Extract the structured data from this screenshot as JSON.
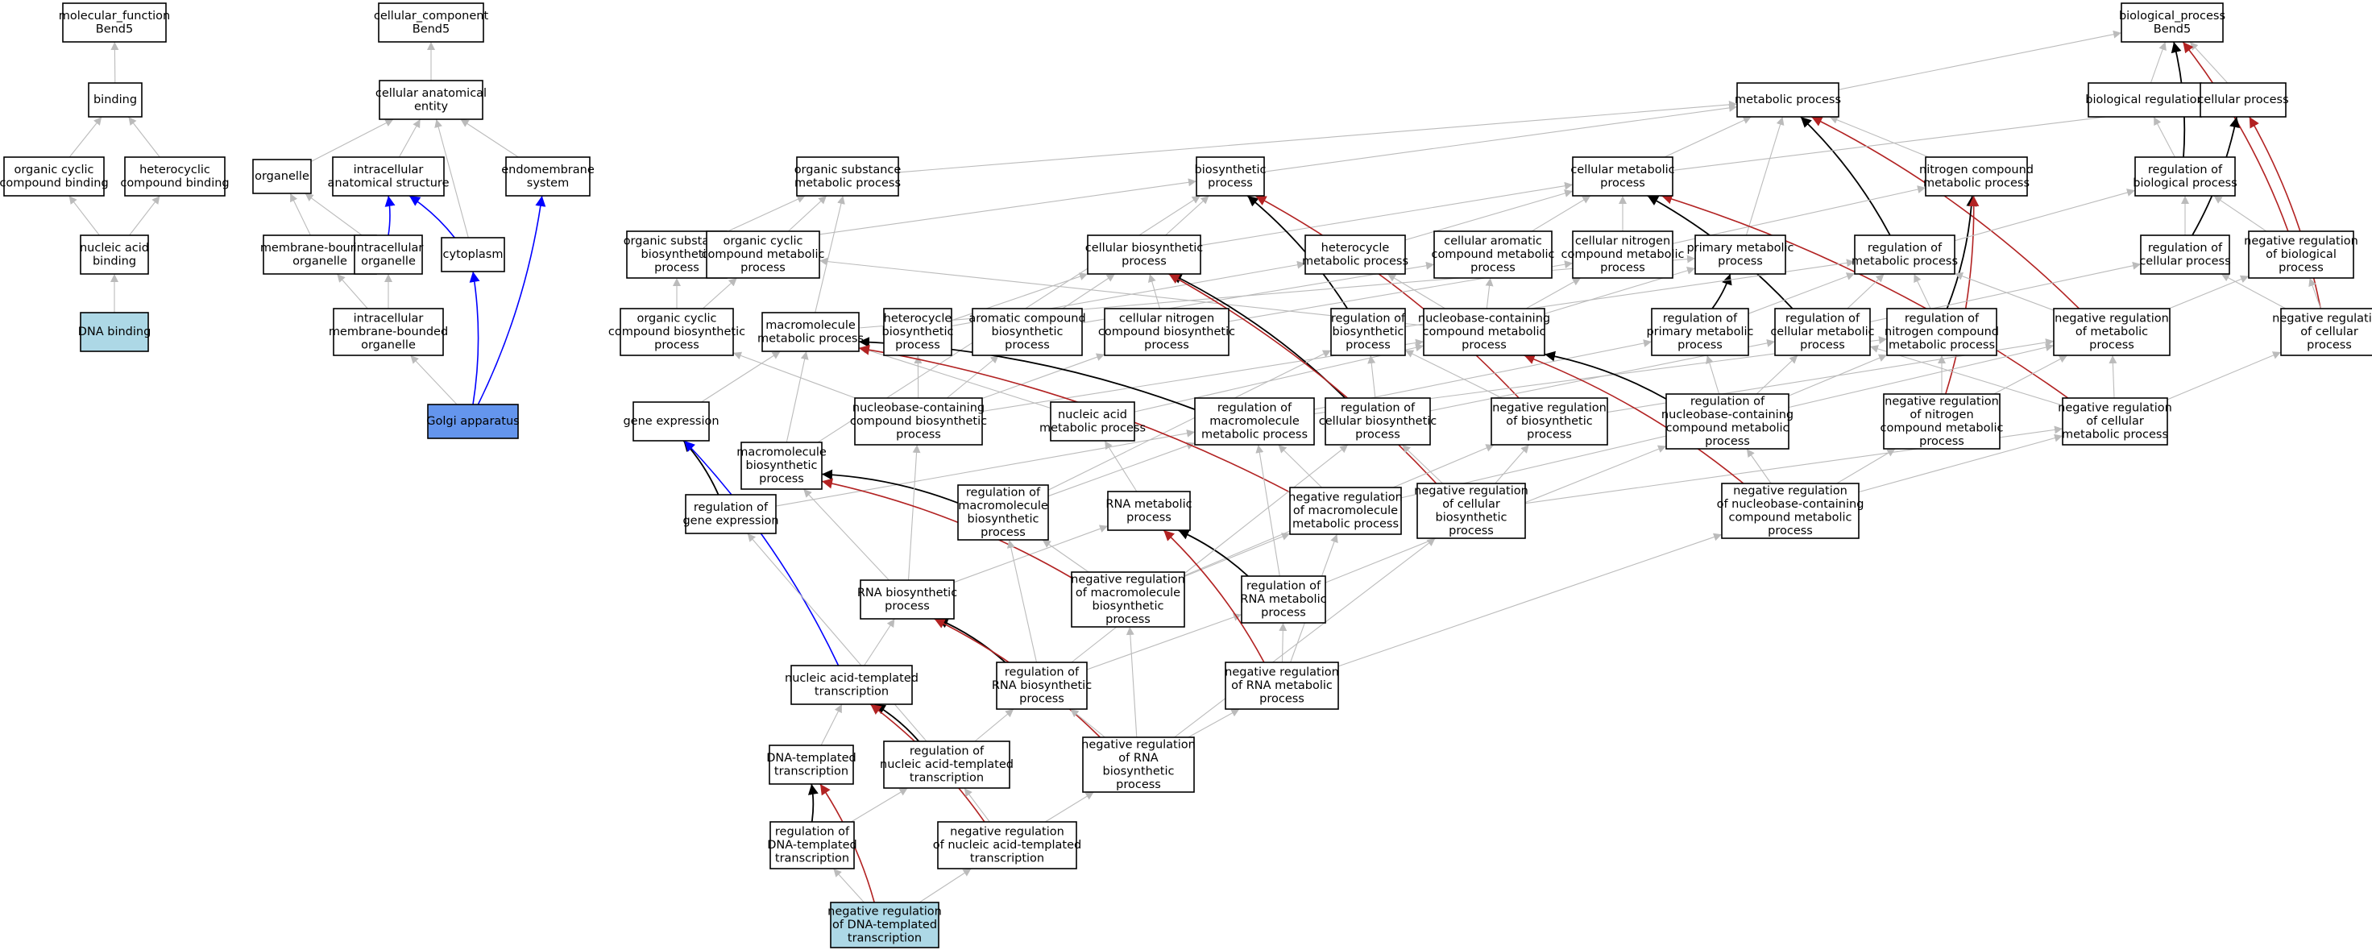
{
  "colors": {
    "node_fill": "#ffffff",
    "query_fill": "#add8e6",
    "highlight_fill": "#6495ed",
    "edge_is_a": "#bbbbbb",
    "edge_part_of": "#0000ff",
    "edge_regulates": "#000000",
    "edge_negatively_regulates": "#b22222"
  },
  "nodes": [
    {
      "id": "mf",
      "label": [
        "molecular_function",
        "Bend5"
      ]
    },
    {
      "id": "binding",
      "label": [
        "binding"
      ]
    },
    {
      "id": "orgcyc_bind",
      "label": [
        "organic cyclic",
        "compound binding"
      ]
    },
    {
      "id": "hetero_bind",
      "label": [
        "heterocyclic",
        "compound binding"
      ]
    },
    {
      "id": "na_bind",
      "label": [
        "nucleic acid",
        "binding"
      ]
    },
    {
      "id": "dna_bind",
      "label": [
        "DNA binding"
      ],
      "fill": "query"
    },
    {
      "id": "cc",
      "label": [
        "cellular_component",
        "Bend5"
      ]
    },
    {
      "id": "cae",
      "label": [
        "cellular anatomical",
        "entity"
      ]
    },
    {
      "id": "organelle",
      "label": [
        "organelle"
      ]
    },
    {
      "id": "ias",
      "label": [
        "intracellular",
        "anatomical structure"
      ]
    },
    {
      "id": "endomem",
      "label": [
        "endomembrane",
        "system"
      ]
    },
    {
      "id": "mbo",
      "label": [
        "membrane-bounded",
        "organelle"
      ]
    },
    {
      "id": "io",
      "label": [
        "intracellular",
        "organelle"
      ]
    },
    {
      "id": "cytoplasm",
      "label": [
        "cytoplasm"
      ]
    },
    {
      "id": "imbo",
      "label": [
        "intracellular",
        "membrane-bounded",
        "organelle"
      ]
    },
    {
      "id": "golgi",
      "label": [
        "Golgi apparatus"
      ],
      "fill": "highlight"
    },
    {
      "id": "bp",
      "label": [
        "biological_process",
        "Bend5"
      ]
    },
    {
      "id": "metab",
      "label": [
        "metabolic process"
      ]
    },
    {
      "id": "bioreg",
      "label": [
        "biological regulation"
      ]
    },
    {
      "id": "cellproc",
      "label": [
        "cellular process"
      ]
    },
    {
      "id": "osmp",
      "label": [
        "organic substance",
        "metabolic process"
      ]
    },
    {
      "id": "biosyn",
      "label": [
        "biosynthetic",
        "process"
      ]
    },
    {
      "id": "cellmetab",
      "label": [
        "cellular metabolic",
        "process"
      ]
    },
    {
      "id": "ncmp",
      "label": [
        "nitrogen compound",
        "metabolic process"
      ]
    },
    {
      "id": "regbio",
      "label": [
        "regulation of",
        "biological process"
      ]
    },
    {
      "id": "osbp",
      "label": [
        "organic substance",
        "biosynthetic",
        "process"
      ]
    },
    {
      "id": "occmp",
      "label": [
        "organic cyclic",
        "compound metabolic",
        "process"
      ]
    },
    {
      "id": "cellbiosyn",
      "label": [
        "cellular biosynthetic",
        "process"
      ]
    },
    {
      "id": "heteromp",
      "label": [
        "heterocycle",
        "metabolic process"
      ]
    },
    {
      "id": "cacmp",
      "label": [
        "cellular aromatic",
        "compound metabolic",
        "process"
      ]
    },
    {
      "id": "cncmp",
      "label": [
        "cellular nitrogen",
        "compound metabolic",
        "process"
      ]
    },
    {
      "id": "primmetab",
      "label": [
        "primary metabolic",
        "process"
      ]
    },
    {
      "id": "regmetab",
      "label": [
        "regulation of",
        "metabolic process"
      ]
    },
    {
      "id": "regcell",
      "label": [
        "regulation of",
        "cellular process"
      ]
    },
    {
      "id": "negregbio",
      "label": [
        "negative regulation",
        "of biological",
        "process"
      ]
    },
    {
      "id": "occbp",
      "label": [
        "organic cyclic",
        "compound biosynthetic",
        "process"
      ]
    },
    {
      "id": "macromp",
      "label": [
        "macromolecule",
        "metabolic process"
      ]
    },
    {
      "id": "heterobp",
      "label": [
        "heterocycle",
        "biosynthetic",
        "process"
      ]
    },
    {
      "id": "acbp",
      "label": [
        "aromatic compound",
        "biosynthetic",
        "process"
      ]
    },
    {
      "id": "cncbp",
      "label": [
        "cellular nitrogen",
        "compound biosynthetic",
        "process"
      ]
    },
    {
      "id": "regbiosyn",
      "label": [
        "regulation of",
        "biosynthetic",
        "process"
      ]
    },
    {
      "id": "nbcmp",
      "label": [
        "nucleobase-containing",
        "compound metabolic",
        "process"
      ]
    },
    {
      "id": "regprim",
      "label": [
        "regulation of",
        "primary metabolic",
        "process"
      ]
    },
    {
      "id": "regcellmetab",
      "label": [
        "regulation of",
        "cellular metabolic",
        "process"
      ]
    },
    {
      "id": "regncmp",
      "label": [
        "regulation of",
        "nitrogen compound",
        "metabolic process"
      ]
    },
    {
      "id": "negregmetab",
      "label": [
        "negative regulation",
        "of metabolic",
        "process"
      ]
    },
    {
      "id": "negregcell",
      "label": [
        "negative regulation",
        "of cellular",
        "process"
      ]
    },
    {
      "id": "geneexp",
      "label": [
        "gene expression"
      ]
    },
    {
      "id": "macrobp",
      "label": [
        "macromolecule",
        "biosynthetic",
        "process"
      ]
    },
    {
      "id": "nbcbp",
      "label": [
        "nucleobase-containing",
        "compound biosynthetic",
        "process"
      ]
    },
    {
      "id": "namp",
      "label": [
        "nucleic acid",
        "metabolic process"
      ]
    },
    {
      "id": "regmacromp",
      "label": [
        "regulation of",
        "macromolecule",
        "metabolic process"
      ]
    },
    {
      "id": "regcellbiosyn",
      "label": [
        "regulation of",
        "cellular biosynthetic",
        "process"
      ]
    },
    {
      "id": "negregbiosyn",
      "label": [
        "negative regulation",
        "of biosynthetic",
        "process"
      ]
    },
    {
      "id": "regnbcmp",
      "label": [
        "regulation of",
        "nucleobase-containing",
        "compound metabolic",
        "process"
      ]
    },
    {
      "id": "negregncmp",
      "label": [
        "negative regulation",
        "of nitrogen",
        "compound metabolic",
        "process"
      ]
    },
    {
      "id": "negregcellmetab",
      "label": [
        "negative regulation",
        "of cellular",
        "metabolic process"
      ]
    },
    {
      "id": "reggeneexp",
      "label": [
        "regulation of",
        "gene expression"
      ]
    },
    {
      "id": "regmacrobp",
      "label": [
        "regulation of",
        "macromolecule",
        "biosynthetic",
        "process"
      ]
    },
    {
      "id": "rnamp",
      "label": [
        "RNA metabolic",
        "process"
      ]
    },
    {
      "id": "negregmacromp",
      "label": [
        "negative regulation",
        "of macromolecule",
        "metabolic process"
      ]
    },
    {
      "id": "negregcellbiosyn",
      "label": [
        "negative regulation",
        "of cellular",
        "biosynthetic",
        "process"
      ]
    },
    {
      "id": "negregnbcmp",
      "label": [
        "negative regulation",
        "of nucleobase-containing",
        "compound metabolic",
        "process"
      ]
    },
    {
      "id": "rnabp",
      "label": [
        "RNA biosynthetic",
        "process"
      ]
    },
    {
      "id": "negregmacrobp",
      "label": [
        "negative regulation",
        "of macromolecule",
        "biosynthetic",
        "process"
      ]
    },
    {
      "id": "regrnamp",
      "label": [
        "regulation of",
        "RNA metabolic",
        "process"
      ]
    },
    {
      "id": "natt",
      "label": [
        "nucleic acid-templated",
        "transcription"
      ]
    },
    {
      "id": "regrnabp",
      "label": [
        "regulation of",
        "RNA biosynthetic",
        "process"
      ]
    },
    {
      "id": "negregrnamp",
      "label": [
        "negative regulation",
        "of RNA metabolic",
        "process"
      ]
    },
    {
      "id": "dtt",
      "label": [
        "DNA-templated",
        "transcription"
      ]
    },
    {
      "id": "regnatt",
      "label": [
        "regulation of",
        "nucleic acid-templated",
        "transcription"
      ]
    },
    {
      "id": "negregrnabp",
      "label": [
        "negative regulation",
        "of RNA",
        "biosynthetic",
        "process"
      ]
    },
    {
      "id": "regdtt",
      "label": [
        "regulation of",
        "DNA-templated",
        "transcription"
      ]
    },
    {
      "id": "negregnatt",
      "label": [
        "negative regulation",
        "of nucleic acid-templated",
        "transcription"
      ]
    },
    {
      "id": "negregdtt",
      "label": [
        "negative regulation",
        "of DNA-templated",
        "transcription"
      ],
      "fill": "query"
    }
  ],
  "edges": [
    [
      "binding",
      "mf",
      "is_a"
    ],
    [
      "orgcyc_bind",
      "binding",
      "is_a"
    ],
    [
      "hetero_bind",
      "binding",
      "is_a"
    ],
    [
      "na_bind",
      "orgcyc_bind",
      "is_a"
    ],
    [
      "na_bind",
      "hetero_bind",
      "is_a"
    ],
    [
      "dna_bind",
      "na_bind",
      "is_a"
    ],
    [
      "cae",
      "cc",
      "is_a"
    ],
    [
      "organelle",
      "cae",
      "is_a"
    ],
    [
      "ias",
      "cae",
      "is_a"
    ],
    [
      "endomem",
      "cae",
      "is_a"
    ],
    [
      "cytoplasm",
      "cae",
      "is_a"
    ],
    [
      "mbo",
      "organelle",
      "is_a"
    ],
    [
      "io",
      "organelle",
      "is_a"
    ],
    [
      "io",
      "ias",
      "part_of"
    ],
    [
      "cytoplasm",
      "ias",
      "part_of"
    ],
    [
      "imbo",
      "mbo",
      "is_a"
    ],
    [
      "imbo",
      "io",
      "is_a"
    ],
    [
      "golgi",
      "imbo",
      "is_a"
    ],
    [
      "golgi",
      "cytoplasm",
      "part_of"
    ],
    [
      "golgi",
      "endomem",
      "part_of"
    ],
    [
      "metab",
      "bp",
      "is_a"
    ],
    [
      "bioreg",
      "bp",
      "is_a"
    ],
    [
      "cellproc",
      "bp",
      "is_a"
    ],
    [
      "regbio",
      "bp",
      "regulates"
    ],
    [
      "negregbio",
      "bp",
      "negatively_regulates"
    ],
    [
      "osmp",
      "metab",
      "is_a"
    ],
    [
      "biosyn",
      "metab",
      "is_a"
    ],
    [
      "cellmetab",
      "metab",
      "is_a"
    ],
    [
      "ncmp",
      "metab",
      "is_a"
    ],
    [
      "primmetab",
      "metab",
      "is_a"
    ],
    [
      "regmetab",
      "metab",
      "regulates"
    ],
    [
      "negregmetab",
      "metab",
      "negatively_regulates"
    ],
    [
      "cellmetab",
      "cellproc",
      "is_a"
    ],
    [
      "regcell",
      "cellproc",
      "regulates"
    ],
    [
      "negregcell",
      "cellproc",
      "negatively_regulates"
    ],
    [
      "regbio",
      "bioreg",
      "is_a"
    ],
    [
      "osbp",
      "osmp",
      "is_a"
    ],
    [
      "osbp",
      "biosyn",
      "is_a"
    ],
    [
      "occmp",
      "osmp",
      "is_a"
    ],
    [
      "macromp",
      "osmp",
      "is_a"
    ],
    [
      "cellbiosyn",
      "biosyn",
      "is_a"
    ],
    [
      "cellbiosyn",
      "cellmetab",
      "is_a"
    ],
    [
      "regbiosyn",
      "biosyn",
      "regulates"
    ],
    [
      "negregbiosyn",
      "biosyn",
      "negatively_regulates"
    ],
    [
      "heteromp",
      "cellmetab",
      "is_a"
    ],
    [
      "cacmp",
      "cellmetab",
      "is_a"
    ],
    [
      "cncmp",
      "cellmetab",
      "is_a"
    ],
    [
      "cncmp",
      "ncmp",
      "is_a"
    ],
    [
      "regcellmetab",
      "cellmetab",
      "regulates"
    ],
    [
      "negregcellmetab",
      "cellmetab",
      "negatively_regulates"
    ],
    [
      "regncmp",
      "ncmp",
      "regulates"
    ],
    [
      "negregncmp",
      "ncmp",
      "negatively_regulates"
    ],
    [
      "regcell",
      "regbio",
      "is_a"
    ],
    [
      "negregbio",
      "regbio",
      "is_a"
    ],
    [
      "regmetab",
      "regbio",
      "is_a"
    ],
    [
      "negregcell",
      "regcell",
      "is_a"
    ],
    [
      "negregcell",
      "negregbio",
      "is_a"
    ],
    [
      "occbp",
      "osbp",
      "is_a"
    ],
    [
      "occbp",
      "occmp",
      "is_a"
    ],
    [
      "heterobp",
      "heteromp",
      "is_a"
    ],
    [
      "heterobp",
      "cellbiosyn",
      "is_a"
    ],
    [
      "acbp",
      "cacmp",
      "is_a"
    ],
    [
      "acbp",
      "cellbiosyn",
      "is_a"
    ],
    [
      "cncbp",
      "cncmp",
      "is_a"
    ],
    [
      "cncbp",
      "cellbiosyn",
      "is_a"
    ],
    [
      "nbcmp",
      "heteromp",
      "is_a"
    ],
    [
      "nbcmp",
      "cacmp",
      "is_a"
    ],
    [
      "nbcmp",
      "cncmp",
      "is_a"
    ],
    [
      "nbcmp",
      "occmp",
      "is_a"
    ],
    [
      "nbcmp",
      "primmetab",
      "is_a"
    ],
    [
      "regprim",
      "primmetab",
      "regulates"
    ],
    [
      "regprim",
      "regmetab",
      "is_a"
    ],
    [
      "regcellmetab",
      "regmetab",
      "is_a"
    ],
    [
      "regcellmetab",
      "regcell",
      "is_a"
    ],
    [
      "regncmp",
      "regmetab",
      "is_a"
    ],
    [
      "negregmetab",
      "regmetab",
      "is_a"
    ],
    [
      "negregmetab",
      "negregbio",
      "is_a"
    ],
    [
      "regbiosyn",
      "regmetab",
      "is_a"
    ],
    [
      "macromp",
      "primmetab",
      "is_a"
    ],
    [
      "macrobp",
      "macromp",
      "is_a"
    ],
    [
      "macrobp",
      "biosyn",
      "is_a"
    ],
    [
      "geneexp",
      "macromp",
      "is_a"
    ],
    [
      "nbcbp",
      "nbcmp",
      "is_a"
    ],
    [
      "nbcbp",
      "heterobp",
      "is_a"
    ],
    [
      "nbcbp",
      "acbp",
      "is_a"
    ],
    [
      "nbcbp",
      "cncbp",
      "is_a"
    ],
    [
      "nbcbp",
      "occbp",
      "is_a"
    ],
    [
      "namp",
      "nbcmp",
      "is_a"
    ],
    [
      "namp",
      "macromp",
      "is_a"
    ],
    [
      "regmacromp",
      "macromp",
      "regulates"
    ],
    [
      "regmacromp",
      "regprim",
      "is_a"
    ],
    [
      "regmacromp",
      "regncmp",
      "is_a"
    ],
    [
      "regcellbiosyn",
      "cellbiosyn",
      "regulates"
    ],
    [
      "regcellbiosyn",
      "regbiosyn",
      "is_a"
    ],
    [
      "regcellbiosyn",
      "regcellmetab",
      "is_a"
    ],
    [
      "negregbiosyn",
      "regbiosyn",
      "is_a"
    ],
    [
      "negregbiosyn",
      "negregmetab",
      "is_a"
    ],
    [
      "regnbcmp",
      "nbcmp",
      "regulates"
    ],
    [
      "regnbcmp",
      "regcellmetab",
      "is_a"
    ],
    [
      "regnbcmp",
      "regncmp",
      "is_a"
    ],
    [
      "regnbcmp",
      "regprim",
      "is_a"
    ],
    [
      "negregncmp",
      "regncmp",
      "is_a"
    ],
    [
      "negregncmp",
      "negregmetab",
      "is_a"
    ],
    [
      "negregcellmetab",
      "regcellmetab",
      "is_a"
    ],
    [
      "negregcellmetab",
      "negregmetab",
      "is_a"
    ],
    [
      "negregcellmetab",
      "negregcell",
      "is_a"
    ],
    [
      "reggeneexp",
      "geneexp",
      "regulates"
    ],
    [
      "reggeneexp",
      "regmacromp",
      "is_a"
    ],
    [
      "regmacrobp",
      "macrobp",
      "regulates"
    ],
    [
      "regmacrobp",
      "regmacromp",
      "is_a"
    ],
    [
      "regmacrobp",
      "regbiosyn",
      "is_a"
    ],
    [
      "rnamp",
      "namp",
      "is_a"
    ],
    [
      "negregmacromp",
      "macromp",
      "negatively_regulates"
    ],
    [
      "negregmacromp",
      "regmacromp",
      "is_a"
    ],
    [
      "negregmacromp",
      "negregmetab",
      "is_a"
    ],
    [
      "negregcellbiosyn",
      "cellbiosyn",
      "negatively_regulates"
    ],
    [
      "negregcellbiosyn",
      "regcellbiosyn",
      "is_a"
    ],
    [
      "negregcellbiosyn",
      "negregbiosyn",
      "is_a"
    ],
    [
      "negregcellbiosyn",
      "negregcellmetab",
      "is_a"
    ],
    [
      "negregnbcmp",
      "nbcmp",
      "negatively_regulates"
    ],
    [
      "negregnbcmp",
      "regnbcmp",
      "is_a"
    ],
    [
      "negregnbcmp",
      "negregncmp",
      "is_a"
    ],
    [
      "negregnbcmp",
      "negregcellmetab",
      "is_a"
    ],
    [
      "rnabp",
      "rnamp",
      "is_a"
    ],
    [
      "rnabp",
      "nbcbp",
      "is_a"
    ],
    [
      "rnabp",
      "macrobp",
      "is_a"
    ],
    [
      "negregmacrobp",
      "macrobp",
      "negatively_regulates"
    ],
    [
      "negregmacrobp",
      "regmacrobp",
      "is_a"
    ],
    [
      "negregmacrobp",
      "negregmacromp",
      "is_a"
    ],
    [
      "negregmacrobp",
      "negregbiosyn",
      "is_a"
    ],
    [
      "regrnamp",
      "rnamp",
      "regulates"
    ],
    [
      "regrnamp",
      "regnbcmp",
      "is_a"
    ],
    [
      "regrnamp",
      "regmacromp",
      "is_a"
    ],
    [
      "natt",
      "rnabp",
      "is_a"
    ],
    [
      "natt",
      "geneexp",
      "part_of"
    ],
    [
      "regrnabp",
      "rnabp",
      "regulates"
    ],
    [
      "regrnabp",
      "regrnamp",
      "is_a"
    ],
    [
      "regrnabp",
      "regmacrobp",
      "is_a"
    ],
    [
      "regrnabp",
      "regcellbiosyn",
      "is_a"
    ],
    [
      "negregrnamp",
      "rnamp",
      "negatively_regulates"
    ],
    [
      "negregrnamp",
      "regrnamp",
      "is_a"
    ],
    [
      "negregrnamp",
      "negregmacromp",
      "is_a"
    ],
    [
      "negregrnamp",
      "negregnbcmp",
      "is_a"
    ],
    [
      "dtt",
      "natt",
      "is_a"
    ],
    [
      "regnatt",
      "natt",
      "regulates"
    ],
    [
      "regnatt",
      "regrnabp",
      "is_a"
    ],
    [
      "regnatt",
      "reggeneexp",
      "is_a"
    ],
    [
      "negregrnabp",
      "rnabp",
      "negatively_regulates"
    ],
    [
      "negregrnabp",
      "regrnabp",
      "is_a"
    ],
    [
      "negregrnabp",
      "negregrnamp",
      "is_a"
    ],
    [
      "negregrnabp",
      "negregmacrobp",
      "is_a"
    ],
    [
      "negregrnabp",
      "negregcellbiosyn",
      "is_a"
    ],
    [
      "regdtt",
      "dtt",
      "regulates"
    ],
    [
      "regdtt",
      "regnatt",
      "is_a"
    ],
    [
      "negregnatt",
      "natt",
      "negatively_regulates"
    ],
    [
      "negregnatt",
      "regnatt",
      "is_a"
    ],
    [
      "negregnatt",
      "negregrnabp",
      "is_a"
    ],
    [
      "negregdtt",
      "dtt",
      "negatively_regulates"
    ],
    [
      "negregdtt",
      "regdtt",
      "is_a"
    ],
    [
      "negregdtt",
      "negregnatt",
      "is_a"
    ]
  ]
}
